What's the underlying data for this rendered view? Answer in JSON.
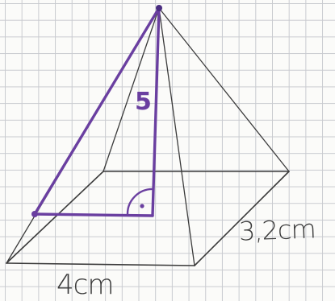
{
  "labels": {
    "height": "5",
    "depth": "3,2cm",
    "width": "4cm"
  },
  "colors": {
    "grid": "#c9cbd0",
    "pencil": "#3b3b3b",
    "highlight": "#6a3fa0"
  }
}
